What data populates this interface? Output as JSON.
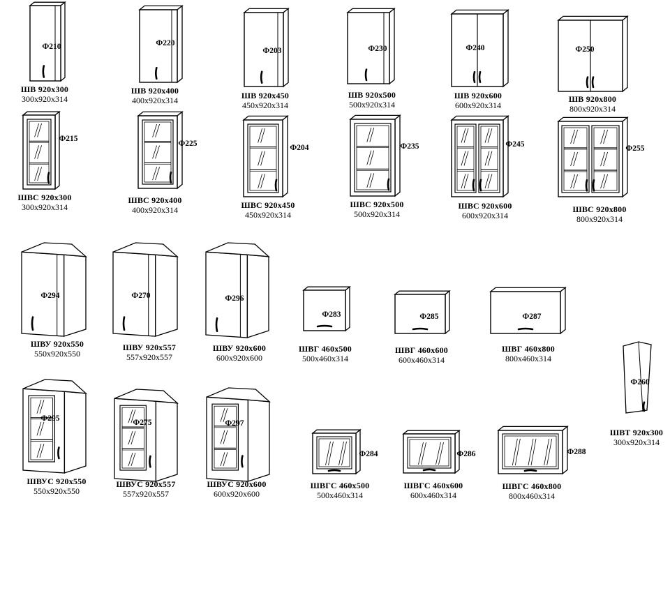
{
  "colors": {
    "stroke": "#000000",
    "fill": "#ffffff",
    "background": "#ffffff"
  },
  "items": [
    {
      "type": "single",
      "name": "ШВ 920x300",
      "dims": "300x920x314",
      "code": "Ф210"
    },
    {
      "type": "single",
      "name": "ШВ 920x400",
      "dims": "400x920x314",
      "code": "Ф220"
    },
    {
      "type": "single",
      "name": "ШВ 920x450",
      "dims": "450x920x314",
      "code": "Ф203"
    },
    {
      "type": "single",
      "name": "ШВ 920x500",
      "dims": "500x920x314",
      "code": "Ф230"
    },
    {
      "type": "double",
      "name": "ШВ 920x600",
      "dims": "600x920x314",
      "code": "Ф240"
    },
    {
      "type": "double",
      "name": "ШВ 920x800",
      "dims": "800x920x314",
      "code": "Ф250"
    },
    {
      "type": "glass",
      "name": "ШВС 920x300",
      "dims": "300x920x314",
      "code": "Ф215"
    },
    {
      "type": "glass",
      "name": "ШВС 920x400",
      "dims": "400x920x314",
      "code": "Ф225"
    },
    {
      "type": "glass",
      "name": "ШВС 920x450",
      "dims": "450x920x314",
      "code": "Ф204"
    },
    {
      "type": "glass",
      "name": "ШВС 920x500",
      "dims": "500x920x314",
      "code": "Ф235"
    },
    {
      "type": "glass2",
      "name": "ШВС 920x600",
      "dims": "600x920x314",
      "code": "Ф245"
    },
    {
      "type": "glass2",
      "name": "ШВС 920x800",
      "dims": "800x920x314",
      "code": "Ф255"
    },
    {
      "type": "corner",
      "name": "ШВУ 920x550",
      "dims": "550x920x550",
      "code": "Ф294"
    },
    {
      "type": "corner",
      "name": "ШВУ 920x557",
      "dims": "557x920x557",
      "code": "Ф270"
    },
    {
      "type": "corner",
      "name": "ШВУ 920x600",
      "dims": "600x920x600",
      "code": "Ф296"
    },
    {
      "type": "lift",
      "name": "ШВГ 460x500",
      "dims": "500x460x314",
      "code": "Ф283"
    },
    {
      "type": "lift",
      "name": "ШВГ 460x600",
      "dims": "600x460x314",
      "code": "Ф285"
    },
    {
      "type": "lift",
      "name": "ШВГ 460x800",
      "dims": "800x460x314",
      "code": "Ф287"
    },
    {
      "type": "end",
      "name": "ШВТ 920x300",
      "dims": "300x920x314",
      "code": "Ф260"
    },
    {
      "type": "cornerglass",
      "name": "ШВУС 920x550",
      "dims": "550x920x550",
      "code": "Ф295"
    },
    {
      "type": "cornerglass",
      "name": "ШВУС 920x557",
      "dims": "557x920x557",
      "code": "Ф275"
    },
    {
      "type": "cornerglass",
      "name": "ШВУС 920x600",
      "dims": "600x920x600",
      "code": "Ф297"
    },
    {
      "type": "liftglass",
      "name": "ШВГС 460x500",
      "dims": "500x460x314",
      "code": "Ф284"
    },
    {
      "type": "liftglass",
      "name": "ШВГС 460x600",
      "dims": "600x460x314",
      "code": "Ф286"
    },
    {
      "type": "liftglass",
      "name": "ШВГС 460x800",
      "dims": "800x460x314",
      "code": "Ф288"
    }
  ]
}
